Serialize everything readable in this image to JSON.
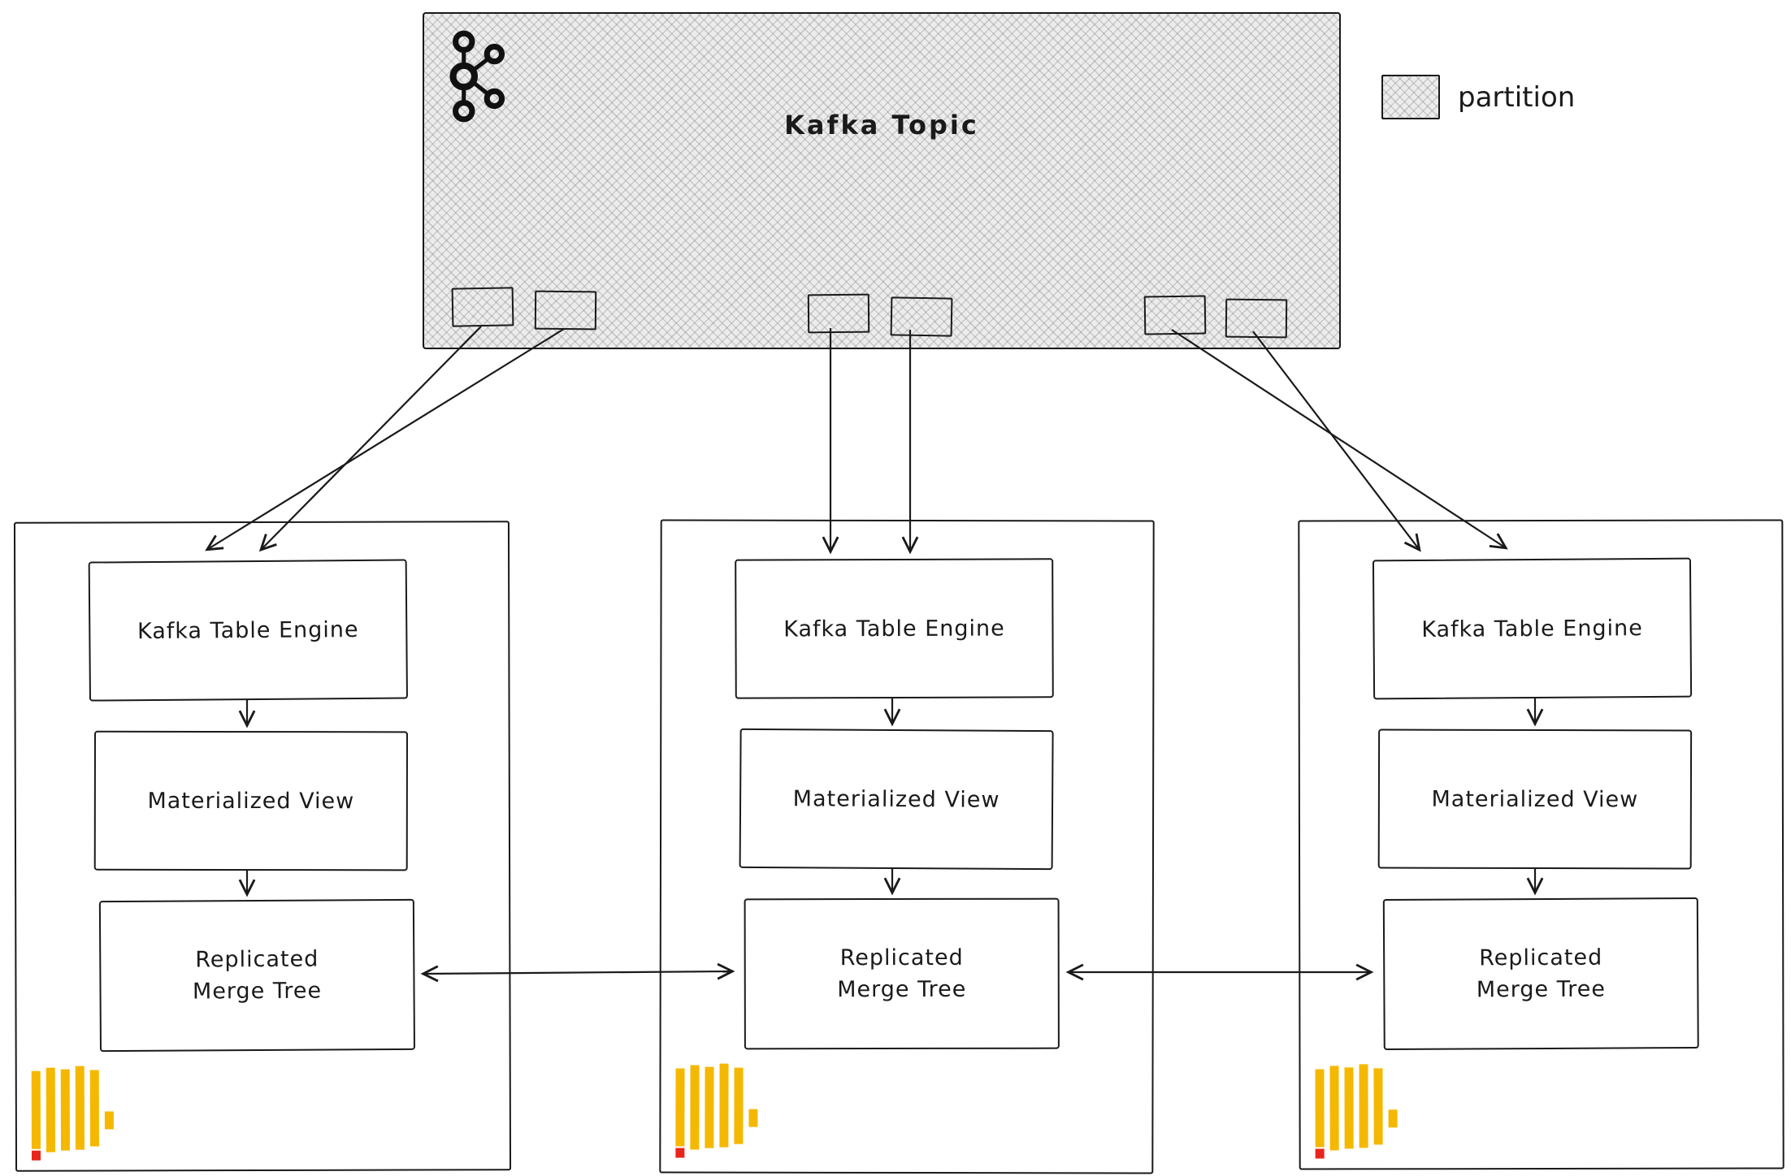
{
  "colors": {
    "ink": "#1a1a1a",
    "clickhouse_yellow": "#F5B800",
    "clickhouse_red": "#E8251C"
  },
  "diagram": {
    "topic": {
      "title": "Kafka Topic",
      "partition_count": 6
    },
    "legend": {
      "label": "partition"
    },
    "servers": [
      {
        "engine_label": "Kafka Table Engine",
        "view_label": "Materialized View",
        "tree_label": "Replicated\nMerge Tree"
      },
      {
        "engine_label": "Kafka Table Engine",
        "view_label": "Materialized View",
        "tree_label": "Replicated\nMerge Tree"
      },
      {
        "engine_label": "Kafka Table Engine",
        "view_label": "Materialized View",
        "tree_label": "Replicated\nMerge Tree"
      }
    ]
  }
}
